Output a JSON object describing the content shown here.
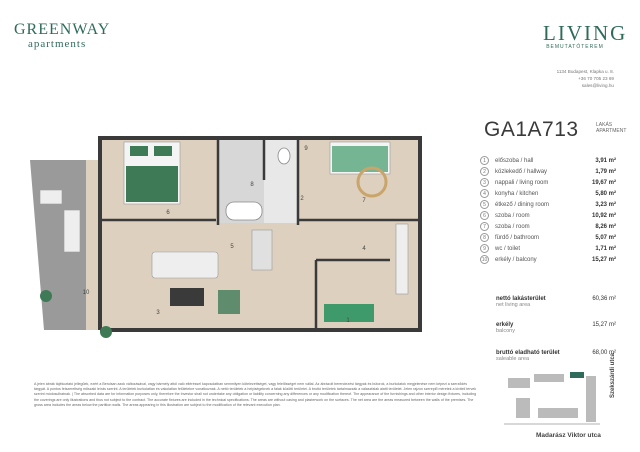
{
  "brand_left": {
    "line1": "GREENWAY",
    "line2": "apartments"
  },
  "brand_right": {
    "line1": "LIVING",
    "line2": "BEMUTATÓTEREM"
  },
  "contact": {
    "address": "1134 Budapest, Klapka u. 8.",
    "phone": "+36 70 705 23 69",
    "email": "sales@living.hu"
  },
  "apartment": {
    "code": "GA1A713",
    "label1": "LAKÁS",
    "label2": "APARTMENT"
  },
  "rooms": [
    {
      "num": "1",
      "name": "előszoba / hall",
      "area": "3,91 m²"
    },
    {
      "num": "2",
      "name": "közlekedő / hallway",
      "area": "1,79 m²"
    },
    {
      "num": "3",
      "name": "nappali / living room",
      "area": "19,67 m²"
    },
    {
      "num": "4",
      "name": "konyha / kitchen",
      "area": "5,80 m²"
    },
    {
      "num": "5",
      "name": "étkező / dining room",
      "area": "3,23 m²"
    },
    {
      "num": "6",
      "name": "szoba / room",
      "area": "10,92 m²"
    },
    {
      "num": "7",
      "name": "szoba / room",
      "area": "8,26 m²"
    },
    {
      "num": "8",
      "name": "fürdő / bathroom",
      "area": "5,07 m²"
    },
    {
      "num": "9",
      "name": "wc / toilet",
      "area": "1,71 m²"
    },
    {
      "num": "10",
      "name": "erkély / balcony",
      "area": "15,27 m²"
    }
  ],
  "summary": {
    "net": {
      "title": "nettó lakásterület",
      "subtitle": "net living area",
      "value": "60,36 m²"
    },
    "balcony": {
      "title": "erkély",
      "subtitle": "balcony",
      "value": "15,27 m²"
    },
    "gross": {
      "title": "bruttó eladható terület",
      "subtitle": "saleable area",
      "value": "68,00 m²"
    }
  },
  "disclaimer": "A jelen ábrák tájékoztató jellegűek, ezért a Berulsan azok változásával, vagy bármely attól való eltéréssel kapcsolatban semmilyen kötelezettséget, vagy felelősséget nem vállal. Az ábrázolt berendezési tárgyak és bútorok, a burkolatok megjelenése nem képezi a szerződés tárgyát. A pontos felszereltség műszaki leírás szerint. A területek burkolatlan és vakolatlan felületekre vonatkoznak. A nettó területek a helyiségeknek a falak közötti területei. A bruttó területek tartalmazzák a válaszfalak alatti területet. Jelen rajzon szereplő méretek a kiviteli tervek szerint módosulhatnak. | The absorbed data are for information purposes only, therefore the Investor shall not undertake any obligation or liability concerning any differences or any modification thereof. The appearance of the furnishings and other interior design fixtures, including the coverings are only illustrations and thus not subject to the contract. The accurate fixtures are included in the technical specifications. The areas are without casing and plasterwork on the surfaces. The net area are the areas measured between the walls of the premises. The gross area includes the areas below the partition walls. The areas appearing in this illustration are subject to the modification of the relevant execution plan.",
  "streets": {
    "bottom": "Madarász Viktor utca",
    "right": "Szekszárdi utca"
  },
  "plan_labels": [
    "1",
    "2",
    "3",
    "4",
    "5",
    "6",
    "7",
    "8",
    "9",
    "10"
  ],
  "colors": {
    "brand": "#2f6b5a",
    "wood": "#ddd0bf",
    "wall": "#3a3a3a",
    "balcony": "#8a8a8a",
    "green_fabric": "#3f7a57",
    "highlight": "#3e9a6a"
  }
}
